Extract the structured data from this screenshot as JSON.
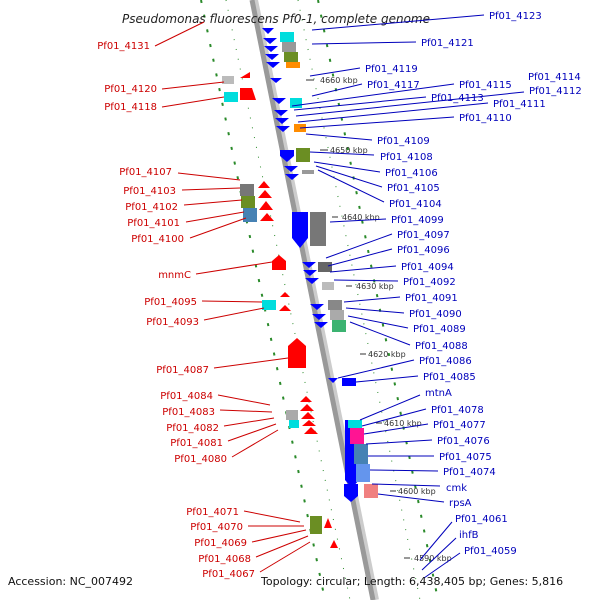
{
  "title": "Pseudomonas fluorescens Pf0-1, complete genome",
  "footer": {
    "accession": "Accession: NC_007492",
    "summary": "Topology: circular; Length: 6,438,405 bp; Genes: 5,816"
  },
  "colors": {
    "forward_strand": "#ff0000",
    "reverse_strand": "#0000ff",
    "backbone": "#999999",
    "gc_track": "#2a8a2a",
    "left_labels": "#cc0000",
    "right_labels": "#0000bb"
  },
  "ruler_ticks": [
    "4660 kbp",
    "4650 kbp",
    "4640 kbp",
    "4630 kbp",
    "4620 kbp",
    "4610 kbp",
    "4600 kbp",
    "4590 kbp"
  ],
  "left_genes": [
    "Pf01_4131",
    "Pf01_4120",
    "Pf01_4118",
    "Pf01_4107",
    "Pf01_4103",
    "Pf01_4102",
    "Pf01_4101",
    "Pf01_4100",
    "mnmC",
    "Pf01_4095",
    "Pf01_4093",
    "Pf01_4087",
    "Pf01_4084",
    "Pf01_4083",
    "Pf01_4082",
    "Pf01_4081",
    "Pf01_4080",
    "Pf01_4071",
    "Pf01_4070",
    "Pf01_4069",
    "Pf01_4068",
    "Pf01_4067"
  ],
  "right_genes": [
    "Pf01_4123",
    "Pf01_4121",
    "Pf01_4119",
    "Pf01_4117",
    "Pf01_4115",
    "Pf01_4114",
    "Pf01_4113",
    "Pf01_4112",
    "Pf01_4111",
    "Pf01_4110",
    "Pf01_4109",
    "Pf01_4108",
    "Pf01_4106",
    "Pf01_4105",
    "Pf01_4104",
    "Pf01_4099",
    "Pf01_4097",
    "Pf01_4096",
    "Pf01_4094",
    "Pf01_4092",
    "Pf01_4091",
    "Pf01_4090",
    "Pf01_4089",
    "Pf01_4088",
    "Pf01_4086",
    "Pf01_4085",
    "mtnA",
    "Pf01_4078",
    "Pf01_4077",
    "Pf01_4076",
    "Pf01_4075",
    "Pf01_4074",
    "cmk",
    "rpsA",
    "Pf01_4061",
    "ihfB",
    "Pf01_4059"
  ]
}
